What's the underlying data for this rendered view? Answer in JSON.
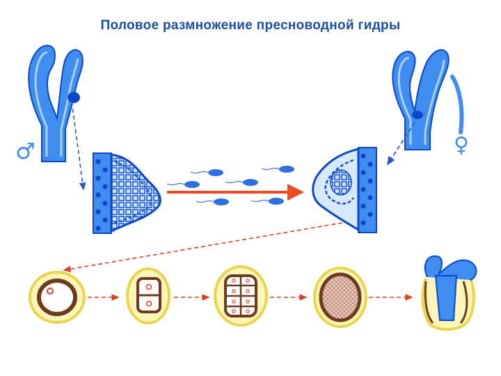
{
  "title": "Половое размножение пресноводной гидры",
  "symbols": {
    "male": "♂",
    "female": "♀"
  },
  "colors": {
    "title_text": "#1a4fa0",
    "hydra_fill": "#3f8df0",
    "hydra_dark": "#0d47c9",
    "hydra_light": "#aad2ff",
    "dashed_arrow_blue": "#2a55c7",
    "dashed_arrow_red": "#d9401f",
    "solid_arrow": "#ef4a1f",
    "sperm": "#2f6fe0",
    "egg_shell": "#e9d44a",
    "egg_brown": "#6e3a1d",
    "embryo_hatch": "#c98a78",
    "symbol": "#3f8df0"
  },
  "stages": [
    {
      "id": "zygote"
    },
    {
      "id": "two-cell"
    },
    {
      "id": "multi-cell"
    },
    {
      "id": "gastrula"
    },
    {
      "id": "young-hydra"
    }
  ]
}
